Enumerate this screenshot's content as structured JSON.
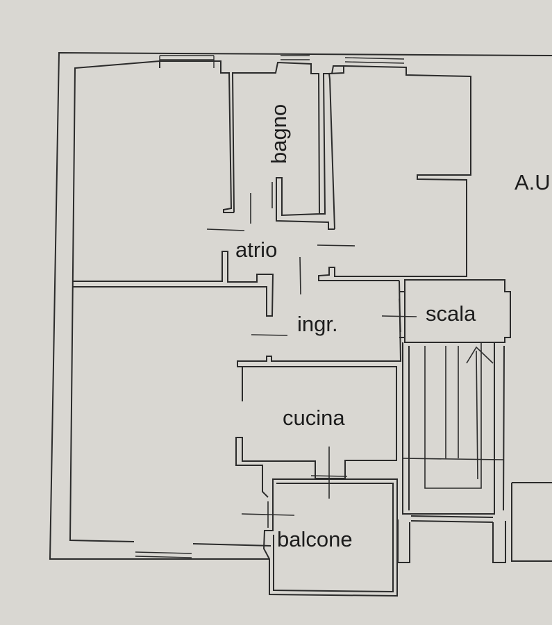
{
  "rooms": {
    "bagno": "bagno",
    "atrio": "atrio",
    "ingresso": "ingr.",
    "scala": "scala",
    "cucina": "cucina",
    "balcone": "balcone"
  },
  "annotations": {
    "adjacent_unit": "A.U"
  },
  "colors": {
    "paper": "#d9d7d2",
    "line": "#2b2b2b",
    "text": "#1c1c1c"
  }
}
